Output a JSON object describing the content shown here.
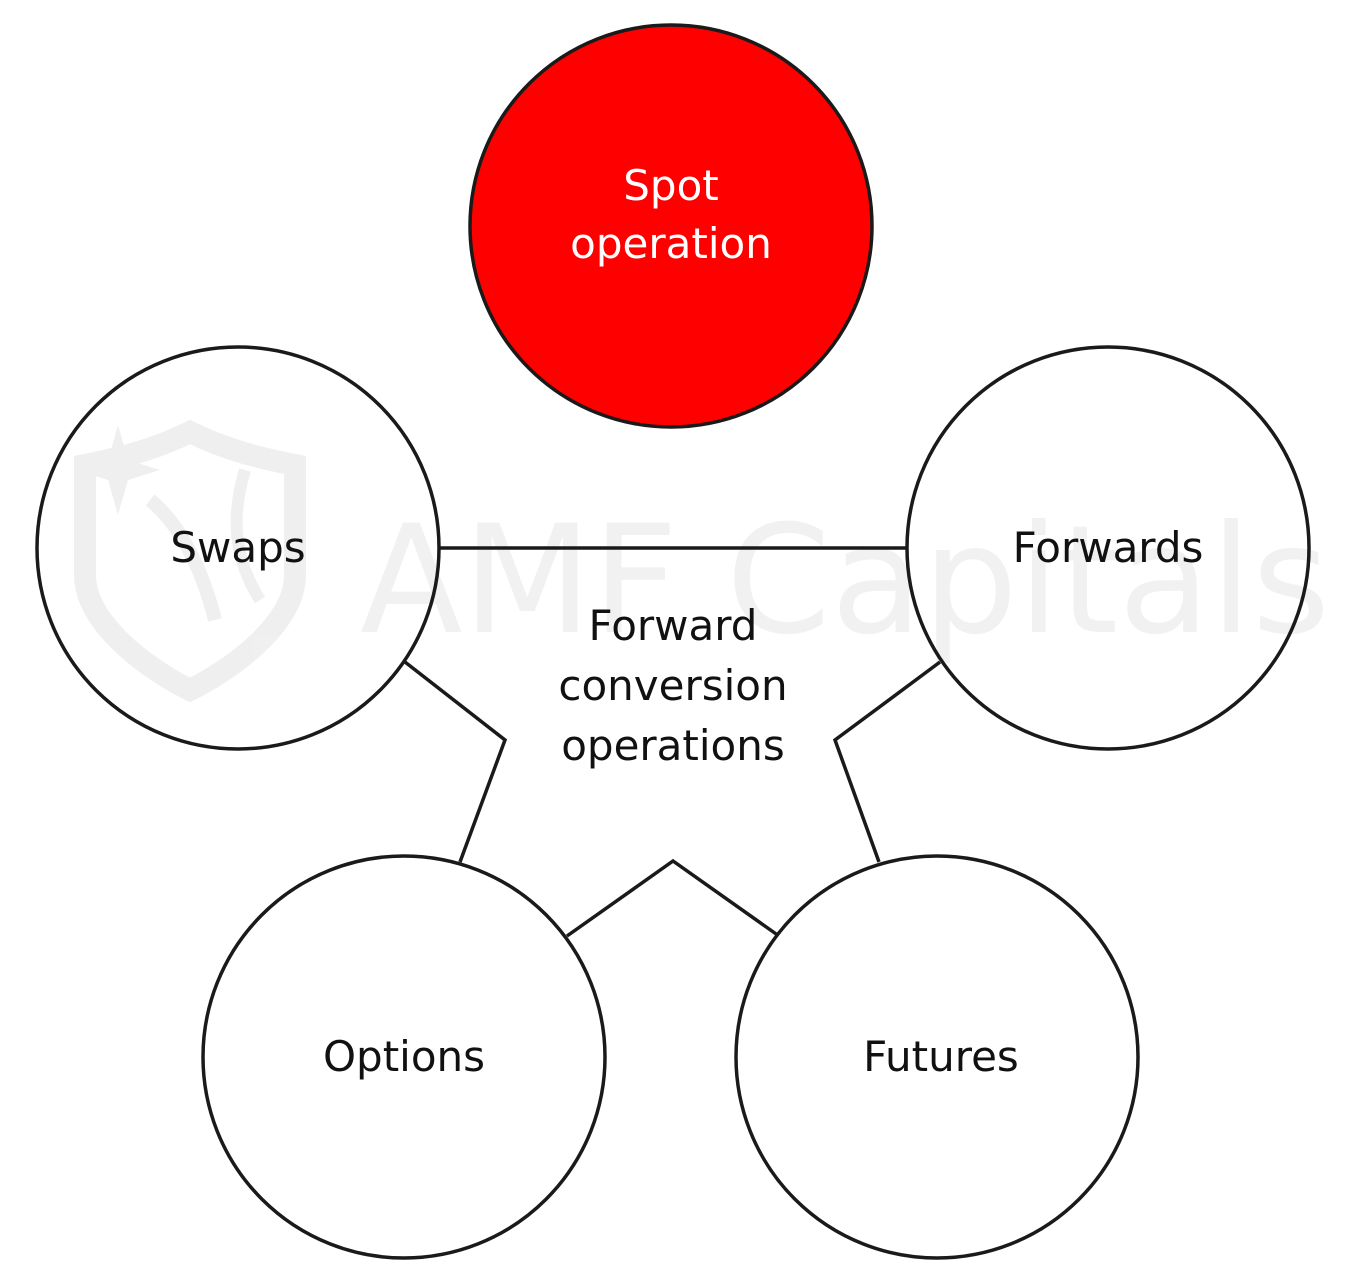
{
  "watermark": {
    "text": "AMF Capitals"
  },
  "center": {
    "lines": [
      "Forward",
      "conversion",
      "operations"
    ]
  },
  "nodes": {
    "spot": {
      "lines": [
        "Spot",
        "operation"
      ],
      "fill": "#ff0000",
      "text_color": "#ffffff"
    },
    "swaps": {
      "label": "Swaps",
      "fill": "#ffffff"
    },
    "forwards": {
      "label": "Forwards",
      "fill": "#ffffff"
    },
    "options": {
      "label": "Options",
      "fill": "#ffffff"
    },
    "futures": {
      "label": "Futures",
      "fill": "#ffffff"
    }
  },
  "colors": {
    "stroke": "#1a1a1a",
    "accent": "#ff0000",
    "watermark": "#f1f1f1"
  }
}
